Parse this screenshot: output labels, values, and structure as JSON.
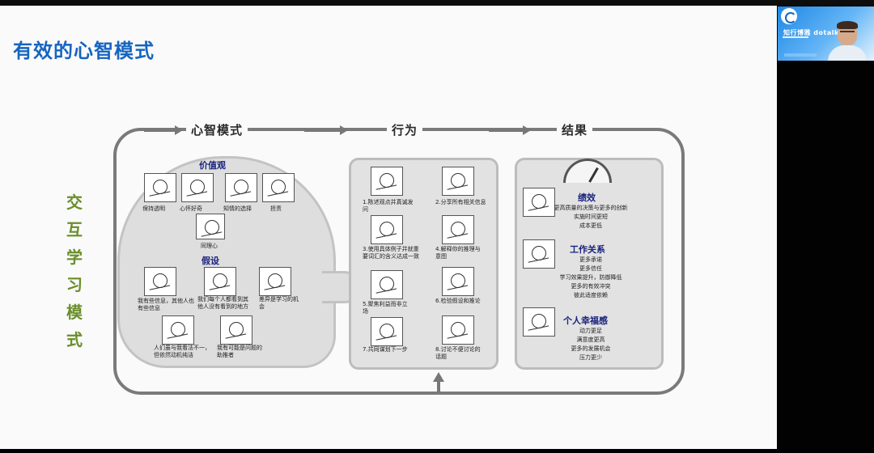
{
  "slide": {
    "title": "有效的心智模式",
    "side_label": [
      "交",
      "互",
      "学",
      "习",
      "模",
      "式"
    ],
    "headers": {
      "mindset": "心智模式",
      "behavior": "行为",
      "result": "结果"
    }
  },
  "mindset": {
    "values_title": "价值观",
    "values": [
      "保持透明",
      "心怀好奇",
      "知情的选择",
      "担责"
    ],
    "empathy": "同理心",
    "assumptions_title": "假设",
    "assumptions": [
      "我有些信息，其他人也有些信息",
      "我们每个人都看到其他人没有看到的地方",
      "差异是学习的机会",
      "人们虽与我看法不一，但依然动机纯洁",
      "我有可能是问题的助推者"
    ]
  },
  "behaviors": [
    "1.陈述观点并真诚发问",
    "2.分享所有相关信息",
    "3.使用具体例子并就重要词汇的含义达成一致",
    "4.解释你的推理与意图",
    "5.聚焦利益而非立场",
    "6.检验假设和推论",
    "7.共同谋划下一步",
    "8.讨论不便讨论的话题"
  ],
  "results": [
    {
      "title": "绩效",
      "items": [
        "更高质量的决策与更多的创新",
        "实施时间更短",
        "成本更低"
      ]
    },
    {
      "title": "工作关系",
      "items": [
        "更多承诺",
        "更多信任",
        "学习效果提升，防御降低",
        "更多的有效冲突",
        "彼此适度依赖"
      ]
    },
    {
      "title": "个人幸福感",
      "items": [
        "动力更足",
        "满意度更高",
        "更多的发展机会",
        "压力更少"
      ]
    }
  ],
  "camera": {
    "brand": "知行博雅 dotalk"
  },
  "colors": {
    "title": "#1565c0",
    "side_label": "#6a8e2a",
    "section": "#1a237e"
  }
}
